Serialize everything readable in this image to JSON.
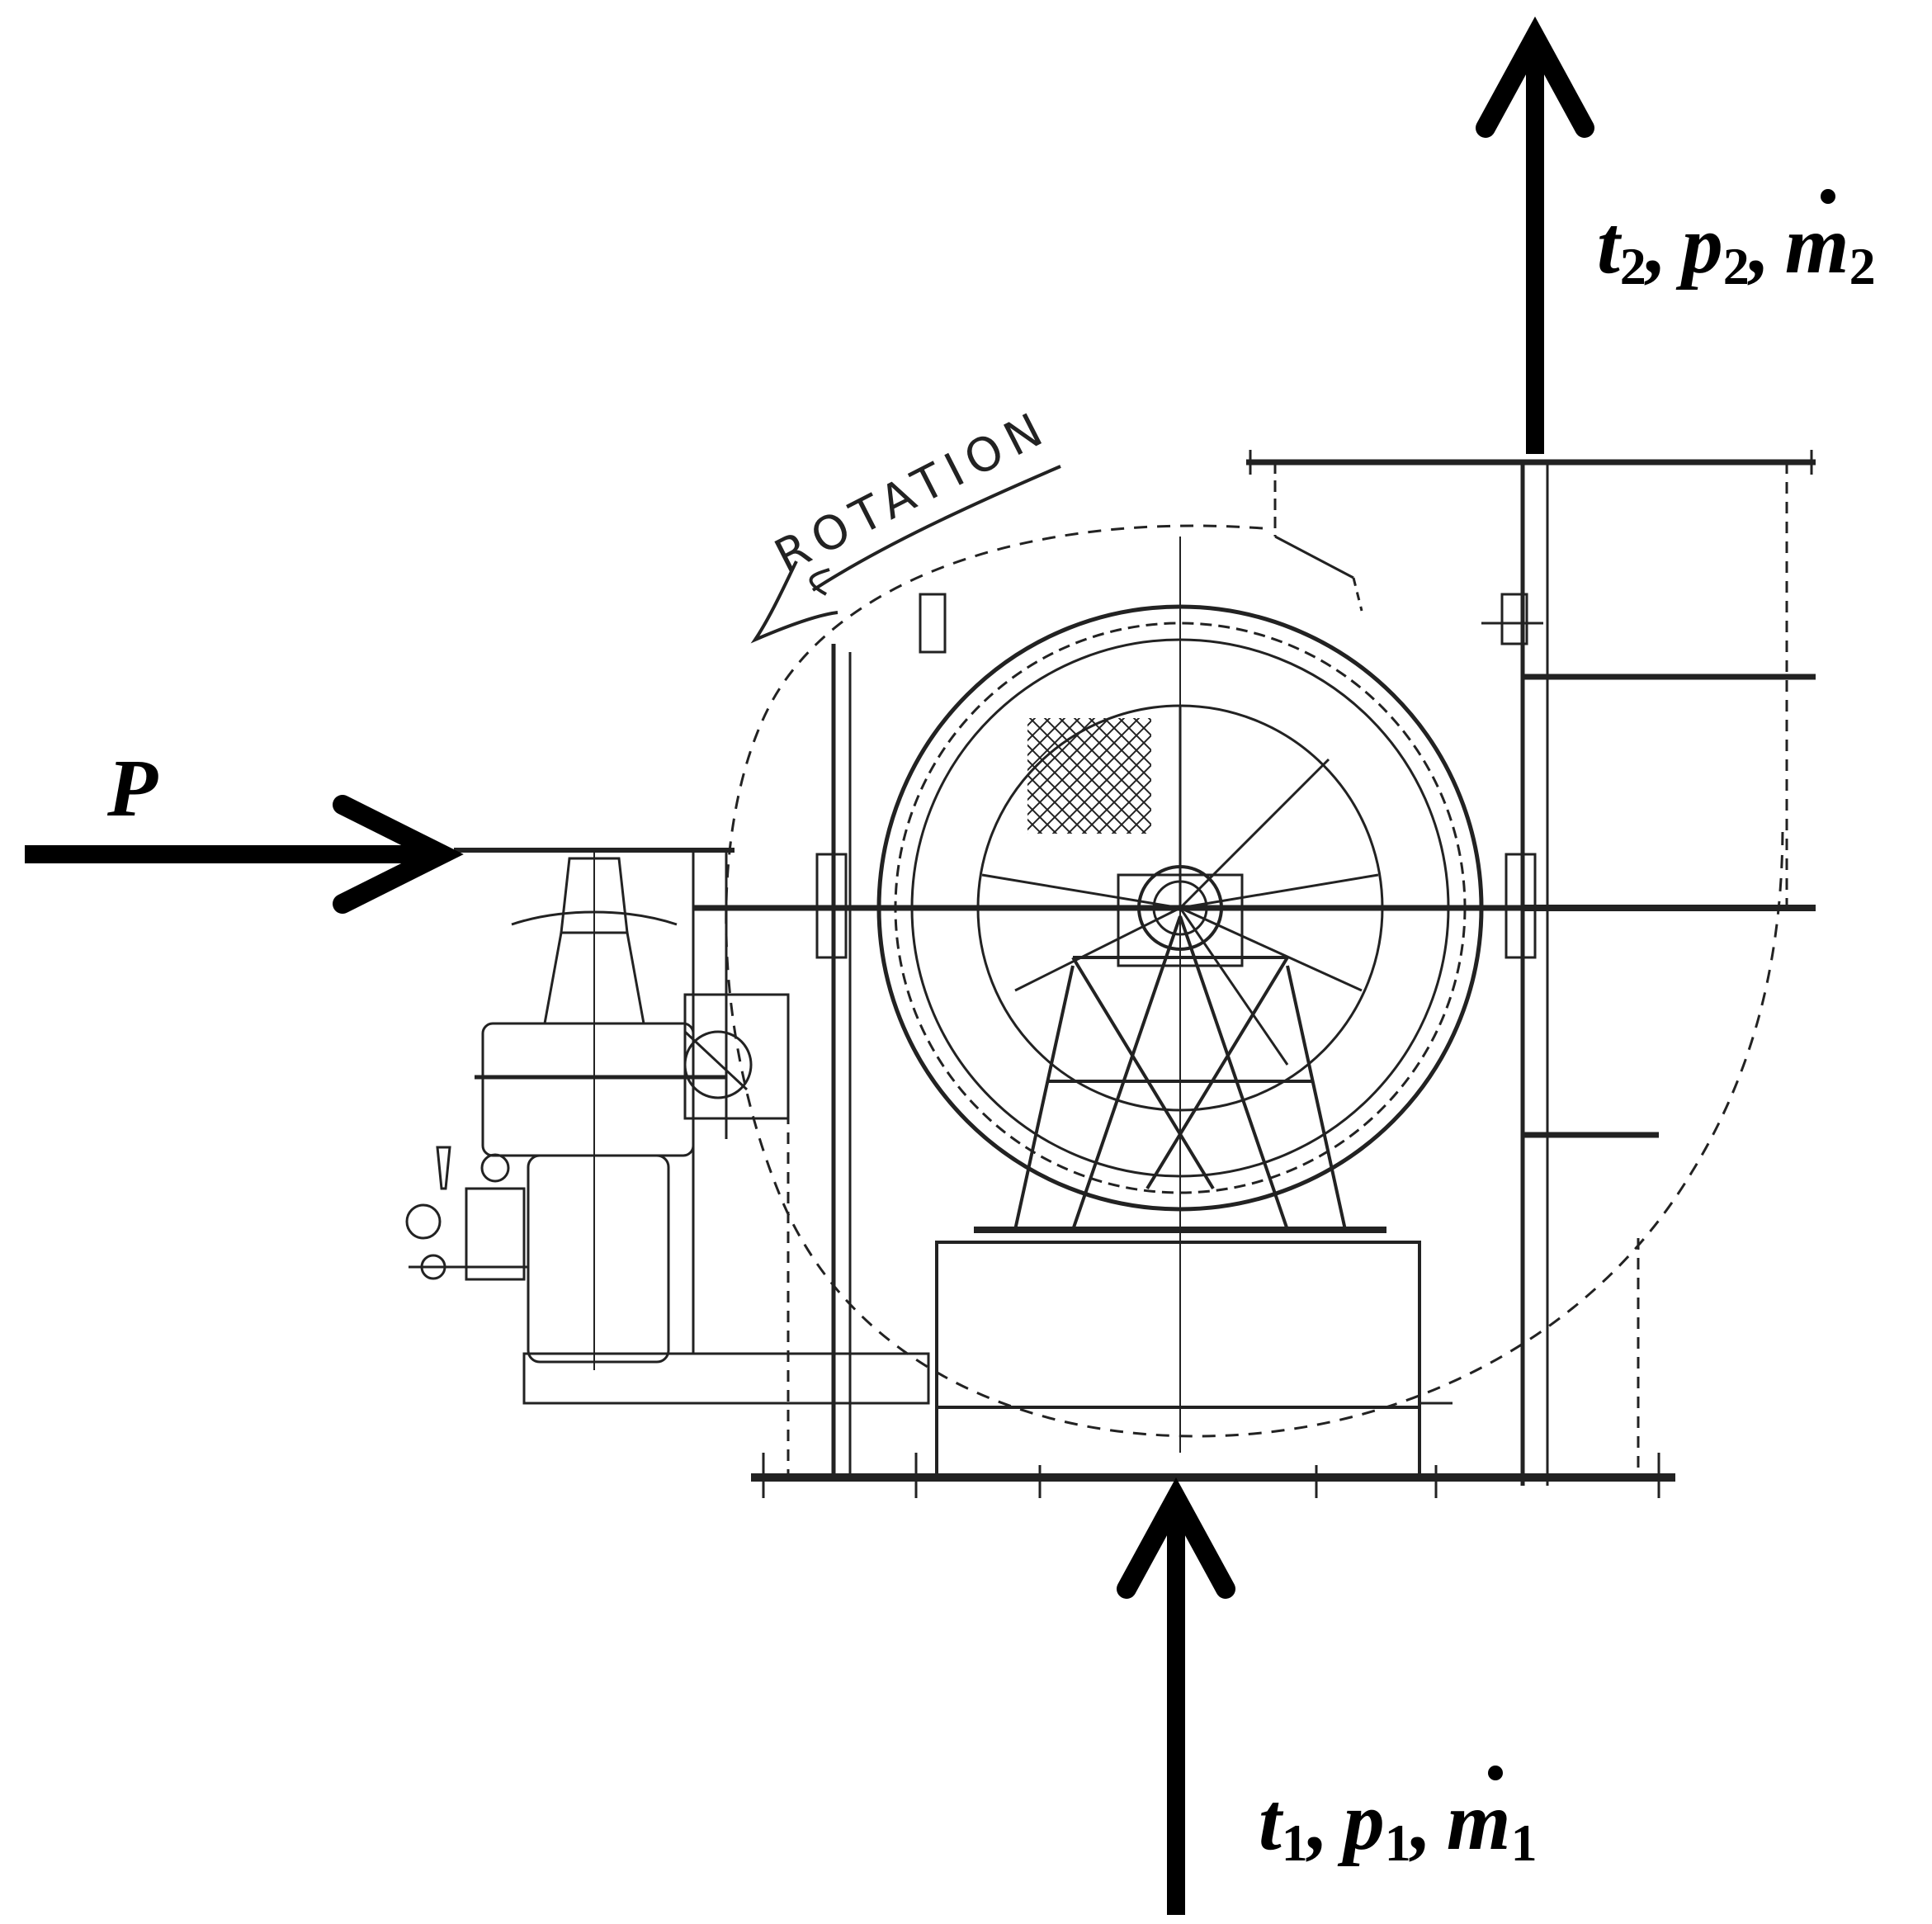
{
  "diagram": {
    "rotation_text": "ROTATION",
    "power_label": "P",
    "inlet": {
      "t": "t",
      "t_sub": "1",
      "p": "p",
      "p_sub": "1",
      "m": "m",
      "m_sub": "1",
      "sep": ","
    },
    "outlet": {
      "t": "t",
      "t_sub": "2",
      "p": "p",
      "p_sub": "2",
      "m": "m",
      "m_sub": "2",
      "sep": ","
    },
    "colors": {
      "ink": "#000000",
      "drawing": "#222222",
      "background": "#ffffff"
    }
  }
}
